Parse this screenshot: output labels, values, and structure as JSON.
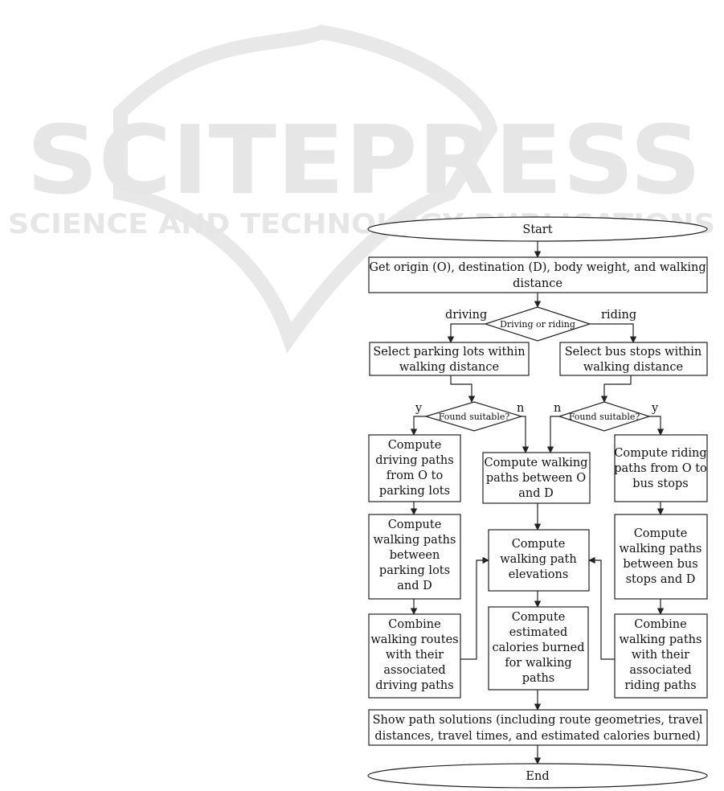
{
  "watermark": {
    "title": "SCITEPRESS",
    "subtitle": "SCIENCE AND TECHNOLOGY PUBLICATIONS"
  },
  "flowchart": {
    "start": "Start",
    "get_input": [
      "Get origin (O), destination (D), body weight, and walking",
      "distance"
    ],
    "decision_mode": "Driving or riding",
    "label_driving": "driving",
    "label_riding": "riding",
    "select_parking": [
      "Select parking lots within",
      "walking distance"
    ],
    "select_bus": [
      "Select bus stops within",
      "walking distance"
    ],
    "found_left": "Found suitable?",
    "found_right": "Found suitable?",
    "label_y_left": "y",
    "label_n_left": "n",
    "label_n_right": "n",
    "label_y_right": "y",
    "driving_paths": [
      "Compute",
      "driving paths",
      "from O to",
      "parking lots"
    ],
    "walking_od": [
      "Compute walking",
      "paths between O",
      "and D"
    ],
    "riding_paths": [
      "Compute riding",
      "paths from O to",
      "bus stops"
    ],
    "walking_parking": [
      "Compute",
      "walking paths",
      "between",
      "parking lots",
      "and D"
    ],
    "elevations": [
      "Compute",
      "walking path",
      "elevations"
    ],
    "walking_bus": [
      "Compute",
      "walking paths",
      "between bus",
      "stops and D"
    ],
    "combine_driving": [
      "Combine",
      "walking routes",
      "with their",
      "associated",
      "driving paths"
    ],
    "calories": [
      "Compute",
      "estimated",
      "calories burned",
      "for walking",
      "paths"
    ],
    "combine_riding": [
      "Combine",
      "walking paths",
      "with their",
      "associated",
      "riding paths"
    ],
    "show": [
      "Show path solutions (including route geometries, travel",
      "distances, travel times,  and estimated calories burned)"
    ],
    "end": "End"
  }
}
